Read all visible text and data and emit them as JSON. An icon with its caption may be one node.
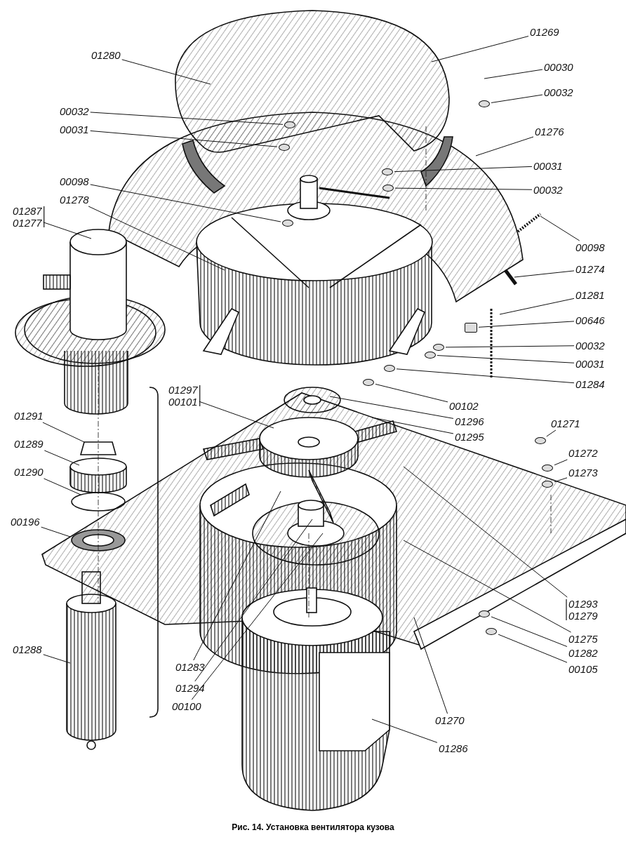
{
  "diagram": {
    "caption": "Рис. 14. Установка вентилятора кузова",
    "nodes": [
      {
        "text": [
          "01280"
        ]
      },
      {
        "text": [
          "01269"
        ]
      },
      {
        "text": [
          "00030"
        ]
      },
      {
        "text": [
          "00032"
        ]
      },
      {
        "text": [
          "00032"
        ]
      },
      {
        "text": [
          "00031"
        ]
      },
      {
        "text": [
          "01276"
        ]
      },
      {
        "text": [
          "00031"
        ]
      },
      {
        "text": [
          "00032"
        ]
      },
      {
        "text": [
          "00098"
        ]
      },
      {
        "text": [
          "01278"
        ]
      },
      {
        "text": [
          "01287",
          "01277"
        ]
      },
      {
        "text": [
          "00098"
        ]
      },
      {
        "text": [
          "01274"
        ]
      },
      {
        "text": [
          "01281"
        ]
      },
      {
        "text": [
          "00646"
        ]
      },
      {
        "text": [
          "00032"
        ]
      },
      {
        "text": [
          "00031"
        ]
      },
      {
        "text": [
          "01284"
        ]
      },
      {
        "text": [
          "00102"
        ]
      },
      {
        "text": [
          "01297",
          "00101"
        ]
      },
      {
        "text": [
          "01296"
        ]
      },
      {
        "text": [
          "01295"
        ]
      },
      {
        "text": [
          "01291"
        ]
      },
      {
        "text": [
          "01289"
        ]
      },
      {
        "text": [
          "01271"
        ]
      },
      {
        "text": [
          "01272"
        ]
      },
      {
        "text": [
          "01273"
        ]
      },
      {
        "text": [
          "01290"
        ]
      },
      {
        "text": [
          "00196"
        ]
      },
      {
        "text": [
          "01293",
          "01279"
        ]
      },
      {
        "text": [
          "01275"
        ]
      },
      {
        "text": [
          "01282"
        ]
      },
      {
        "text": [
          "00105"
        ]
      },
      {
        "text": [
          "01288"
        ]
      },
      {
        "text": [
          "01283"
        ]
      },
      {
        "text": [
          "01294"
        ]
      },
      {
        "text": [
          "00100"
        ]
      },
      {
        "text": [
          "01270"
        ]
      },
      {
        "text": [
          "01286"
        ]
      },
      {
        "text": [],
        "shape": "circle"
      },
      {
        "text": [],
        "shape": "circle"
      },
      {
        "text": [],
        "shape": "circle"
      },
      {
        "text": [],
        "shape": "circle"
      },
      {
        "text": [],
        "shape": "circle"
      },
      {
        "text": [],
        "shape": "circle"
      },
      {
        "text": [],
        "shape": "box"
      },
      {
        "text": [],
        "shape": "circle"
      },
      {
        "text": [],
        "shape": "circle"
      },
      {
        "text": [],
        "shape": "circle"
      },
      {
        "text": [],
        "shape": "circle"
      },
      {
        "text": [],
        "shape": "circle"
      },
      {
        "text": [],
        "shape": "circle"
      },
      {
        "text": [],
        "shape": "circle"
      },
      {
        "text": [],
        "shape": "circle"
      },
      {
        "text": [],
        "shape": "circle"
      }
    ],
    "edges": [
      {
        "from": 0,
        "to": null,
        "arrow": "none"
      },
      {
        "from": 1,
        "to": null,
        "arrow": "none"
      },
      {
        "from": 2,
        "to": null,
        "arrow": "none"
      },
      {
        "from": 3,
        "to": 40,
        "arrow": "none"
      },
      {
        "from": 4,
        "to": 41,
        "arrow": "none"
      },
      {
        "from": 5,
        "to": 42,
        "arrow": "none"
      },
      {
        "from": 6,
        "to": null,
        "arrow": "none"
      },
      {
        "from": 7,
        "to": 43,
        "arrow": "none"
      },
      {
        "from": 8,
        "to": 44,
        "arrow": "none"
      },
      {
        "from": 9,
        "to": 45,
        "arrow": "none"
      },
      {
        "from": 10,
        "to": null,
        "arrow": "none"
      },
      {
        "from": 11,
        "to": null,
        "arrow": "none"
      },
      {
        "from": 12,
        "to": null,
        "arrow": "none"
      },
      {
        "from": 13,
        "to": null,
        "arrow": "none"
      },
      {
        "from": 14,
        "to": null,
        "arrow": "none"
      },
      {
        "from": 15,
        "to": 46,
        "arrow": "none"
      },
      {
        "from": 16,
        "to": 47,
        "arrow": "none"
      },
      {
        "from": 17,
        "to": 48,
        "arrow": "none"
      },
      {
        "from": 18,
        "to": 49,
        "arrow": "none"
      },
      {
        "from": 19,
        "to": 50,
        "arrow": "none"
      },
      {
        "from": 20,
        "to": null,
        "arrow": "none"
      },
      {
        "from": 21,
        "to": null,
        "arrow": "none"
      },
      {
        "from": 22,
        "to": null,
        "arrow": "none"
      },
      {
        "from": 23,
        "to": null,
        "arrow": "none"
      },
      {
        "from": 24,
        "to": null,
        "arrow": "none"
      },
      {
        "from": 25,
        "to": 51,
        "arrow": "none"
      },
      {
        "from": 26,
        "to": 52,
        "arrow": "none"
      },
      {
        "from": 27,
        "to": 53,
        "arrow": "none"
      },
      {
        "from": 28,
        "to": null,
        "arrow": "none"
      },
      {
        "from": 29,
        "to": null,
        "arrow": "none"
      },
      {
        "from": 30,
        "to": null,
        "arrow": "none"
      },
      {
        "from": 31,
        "to": null,
        "arrow": "none"
      },
      {
        "from": 32,
        "to": 54,
        "arrow": "none"
      },
      {
        "from": 33,
        "to": 55,
        "arrow": "none"
      },
      {
        "from": 34,
        "to": null,
        "arrow": "none"
      },
      {
        "from": 35,
        "to": null,
        "arrow": "none"
      },
      {
        "from": 36,
        "to": null,
        "arrow": "none"
      },
      {
        "from": 37,
        "to": null,
        "arrow": "none"
      },
      {
        "from": 38,
        "to": null,
        "arrow": "none"
      },
      {
        "from": 39,
        "to": null,
        "arrow": "none"
      }
    ]
  }
}
